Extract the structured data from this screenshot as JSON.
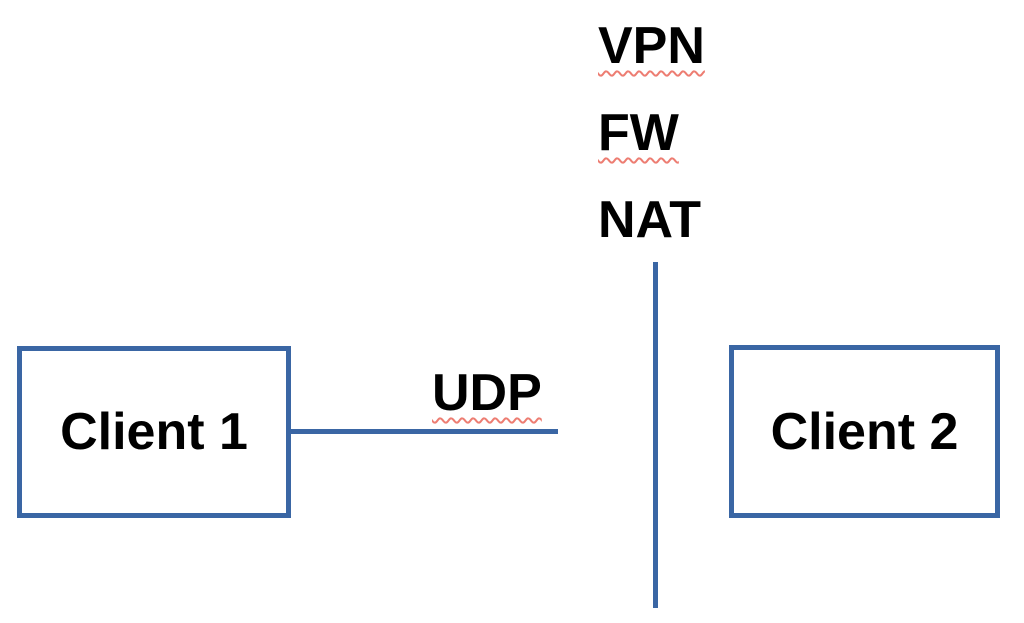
{
  "diagram": {
    "middle_stack": {
      "labels": [
        "VPN",
        "FW",
        "NAT"
      ]
    },
    "nodes": [
      {
        "label": "Client 1"
      },
      {
        "label": "Client 2"
      }
    ],
    "link": {
      "label": "UDP"
    }
  },
  "colors": {
    "connector_blue": "#3A66A4",
    "spellcheck_red": "#ED7D72",
    "text_black": "#000000",
    "background": "#FFFFFF"
  }
}
